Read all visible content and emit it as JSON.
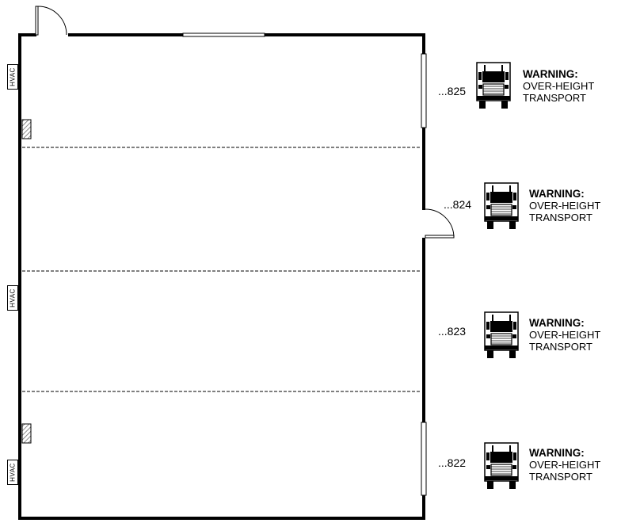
{
  "hvac_label": "HVAC",
  "doors": [
    {
      "number": "...825"
    },
    {
      "number": "...824"
    },
    {
      "number": "...823"
    },
    {
      "number": "...822"
    }
  ],
  "warning": {
    "title": "WARNING:",
    "line1": "OVER-HEIGHT",
    "line2": "TRANSPORT"
  },
  "colors": {
    "wall": "#000000",
    "door_fill": "#ffffff",
    "hatch": "#888888"
  },
  "icons": {
    "truck": "semi-truck-front-icon",
    "hvac": "hvac-unit-icon",
    "hatch": "hatched-panel-icon"
  }
}
